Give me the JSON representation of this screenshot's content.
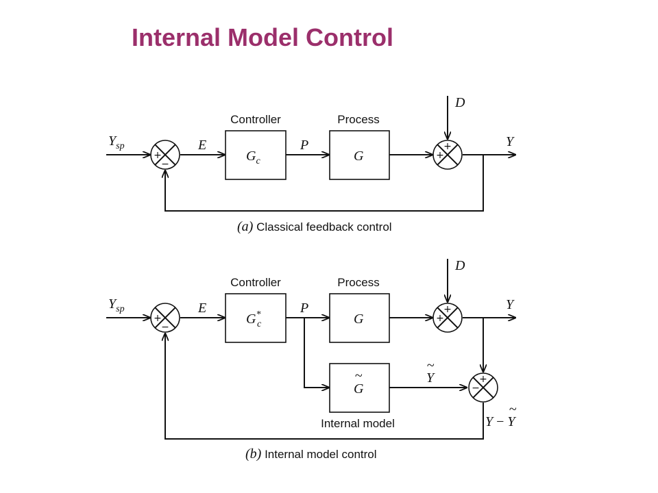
{
  "slide": {
    "title": "Internal Model Control"
  },
  "diagram_a": {
    "caption_tag": "(a)",
    "caption_text": "Classical feedback control",
    "setpoint_sym": "Y",
    "setpoint_sub": "sp",
    "error_label": "E",
    "controller_header": "Controller",
    "controller_sym": "G",
    "controller_sub": "c",
    "signal_p": "P",
    "process_header": "Process",
    "process_sym": "G",
    "disturbance_label": "D",
    "output_label": "Y",
    "plus": "+",
    "minus": "−"
  },
  "diagram_b": {
    "caption_tag": "(b)",
    "caption_text": "Internal model control",
    "setpoint_sym": "Y",
    "setpoint_sub": "sp",
    "error_label": "E",
    "controller_header": "Controller",
    "controller_sym": "G",
    "controller_sub": "c",
    "controller_sup": "*",
    "signal_p": "P",
    "process_header": "Process",
    "process_sym": "G",
    "model_sym": "G",
    "tilde": "~",
    "model_header": "Internal model",
    "model_output": "Y",
    "disturbance_label": "D",
    "output_label": "Y",
    "difference_y": "Y",
    "difference_minus": "−",
    "difference_ytilde": "Y",
    "plus": "+",
    "minus": "−"
  }
}
